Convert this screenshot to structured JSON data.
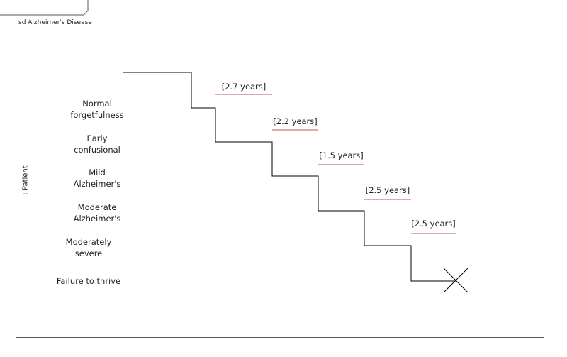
{
  "frame": {
    "title": "sd Alzheimer's Disease"
  },
  "lifeline": {
    "name": ": Patient"
  },
  "states": [
    {
      "line1": "Normal",
      "line2": "forgetfulness"
    },
    {
      "line1": "Early",
      "line2": "confusional"
    },
    {
      "line1": "Mild",
      "line2": "Alzheimer's"
    },
    {
      "line1": "Moderate",
      "line2": "Alzheimer's"
    },
    {
      "line1": "Moderately",
      "line2": "severe"
    },
    {
      "line1": "Failure to thrive",
      "line2": ""
    }
  ],
  "durations": [
    {
      "label": "[2.7 years]"
    },
    {
      "label": "[2.2 years]"
    },
    {
      "label": "[1.5 years]"
    },
    {
      "label": "[2.5 years]"
    },
    {
      "label": "[2.5 years]"
    }
  ],
  "colors": {
    "frame": "#555555",
    "timeline": "#000000",
    "constraint_underline": "#c0504d",
    "text": "#222222"
  }
}
